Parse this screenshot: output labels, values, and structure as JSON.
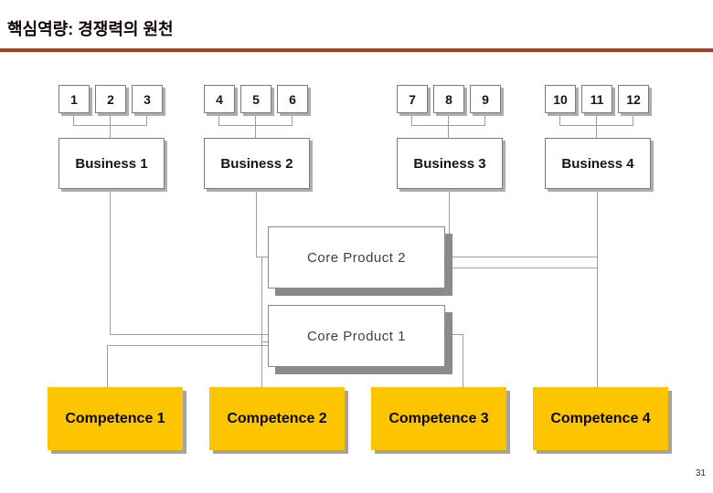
{
  "title": "핵심역량: 경쟁력의 원천",
  "page_number": "31",
  "colors": {
    "accent_line": "#A43C1E",
    "competence_fill": "#FDC500",
    "connector": "#9e9e9e",
    "box_border": "#7a7a7a"
  },
  "groups": [
    {
      "business_label": "Business 1",
      "product_labels": [
        "1",
        "2",
        "3"
      ]
    },
    {
      "business_label": "Business 2",
      "product_labels": [
        "4",
        "5",
        "6"
      ]
    },
    {
      "business_label": "Business 3",
      "product_labels": [
        "7",
        "8",
        "9"
      ]
    },
    {
      "business_label": "Business 4",
      "product_labels": [
        "10",
        "11",
        "12"
      ]
    }
  ],
  "core_products": {
    "top": "Core Product 2",
    "bottom": "Core Product 1"
  },
  "competences": [
    "Competence 1",
    "Competence 2",
    "Competence 3",
    "Competence 4"
  ]
}
